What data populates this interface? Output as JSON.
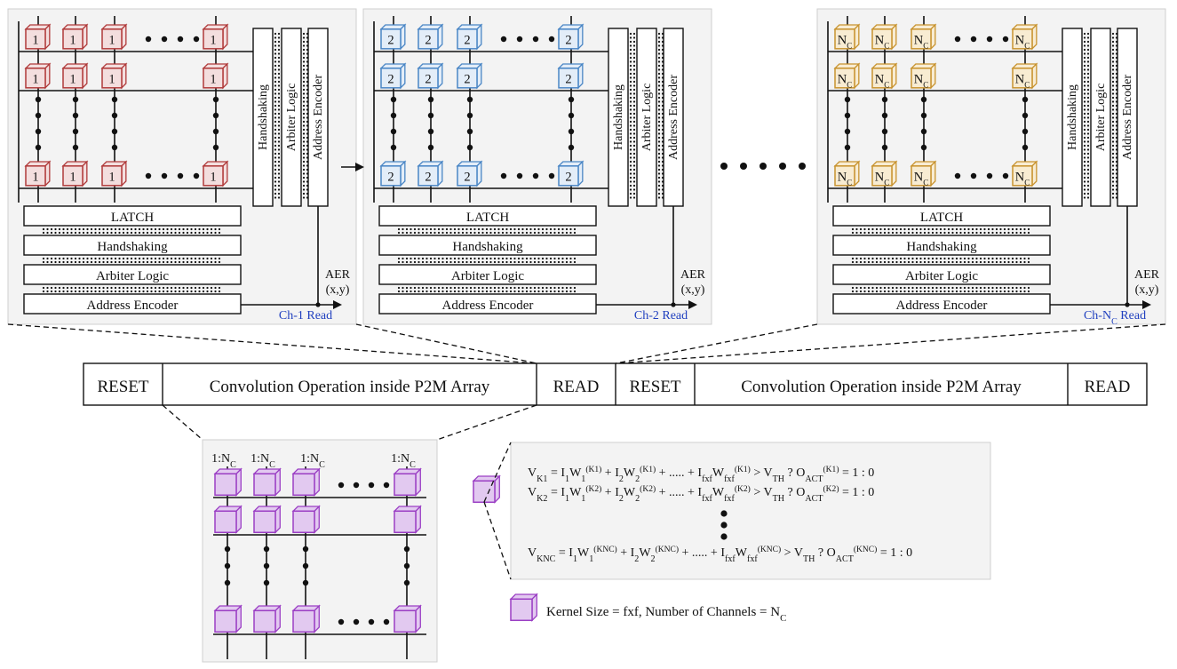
{
  "panels": [
    {
      "cell": "1",
      "cell_sub": "",
      "read": "Ch-1 Read",
      "read_sub": "",
      "read_tail": "",
      "accent": "#b03a3a",
      "fill": "#f3dede"
    },
    {
      "cell": "2",
      "cell_sub": "",
      "read": "Ch-2 Read",
      "read_sub": "",
      "read_tail": "",
      "accent": "#4a86c5",
      "fill": "#e3edf8"
    },
    {
      "cell": "N",
      "cell_sub": "C",
      "read": "Ch-N",
      "read_sub": "C",
      "read_tail": " Read",
      "accent": "#c8932f",
      "fill": "#f8ecd2"
    }
  ],
  "panel_labels": {
    "latch": "LATCH",
    "handshaking": "Handshaking",
    "arbiter": "Arbiter Logic",
    "encoder": "Address Encoder",
    "aer": "AER",
    "xy": "(x,y)"
  },
  "timeline": {
    "segments": [
      "RESET",
      "Convolution Operation inside P2M Array",
      "READ",
      "RESET",
      "Convolution Operation inside P2M Array",
      "READ"
    ]
  },
  "kernel_array": {
    "column_label": "1:N",
    "column_label_sub": "C",
    "accent": "#9b3fc4",
    "fill": "#e2c9f0"
  },
  "equations": [
    {
      "V": "K1",
      "k": "(K1)"
    },
    {
      "V": "K2",
      "k": "(K2)"
    },
    {
      "V": "KN",
      "k": "(KN"
    }
  ],
  "legend": {
    "text": "Kernel Size = fxf, Number of Channels = N",
    "text_sub": "C"
  },
  "colors": {
    "panel_bg": "#f3f3f3",
    "read_label": "#1f3fbf",
    "ink": "#111111"
  }
}
